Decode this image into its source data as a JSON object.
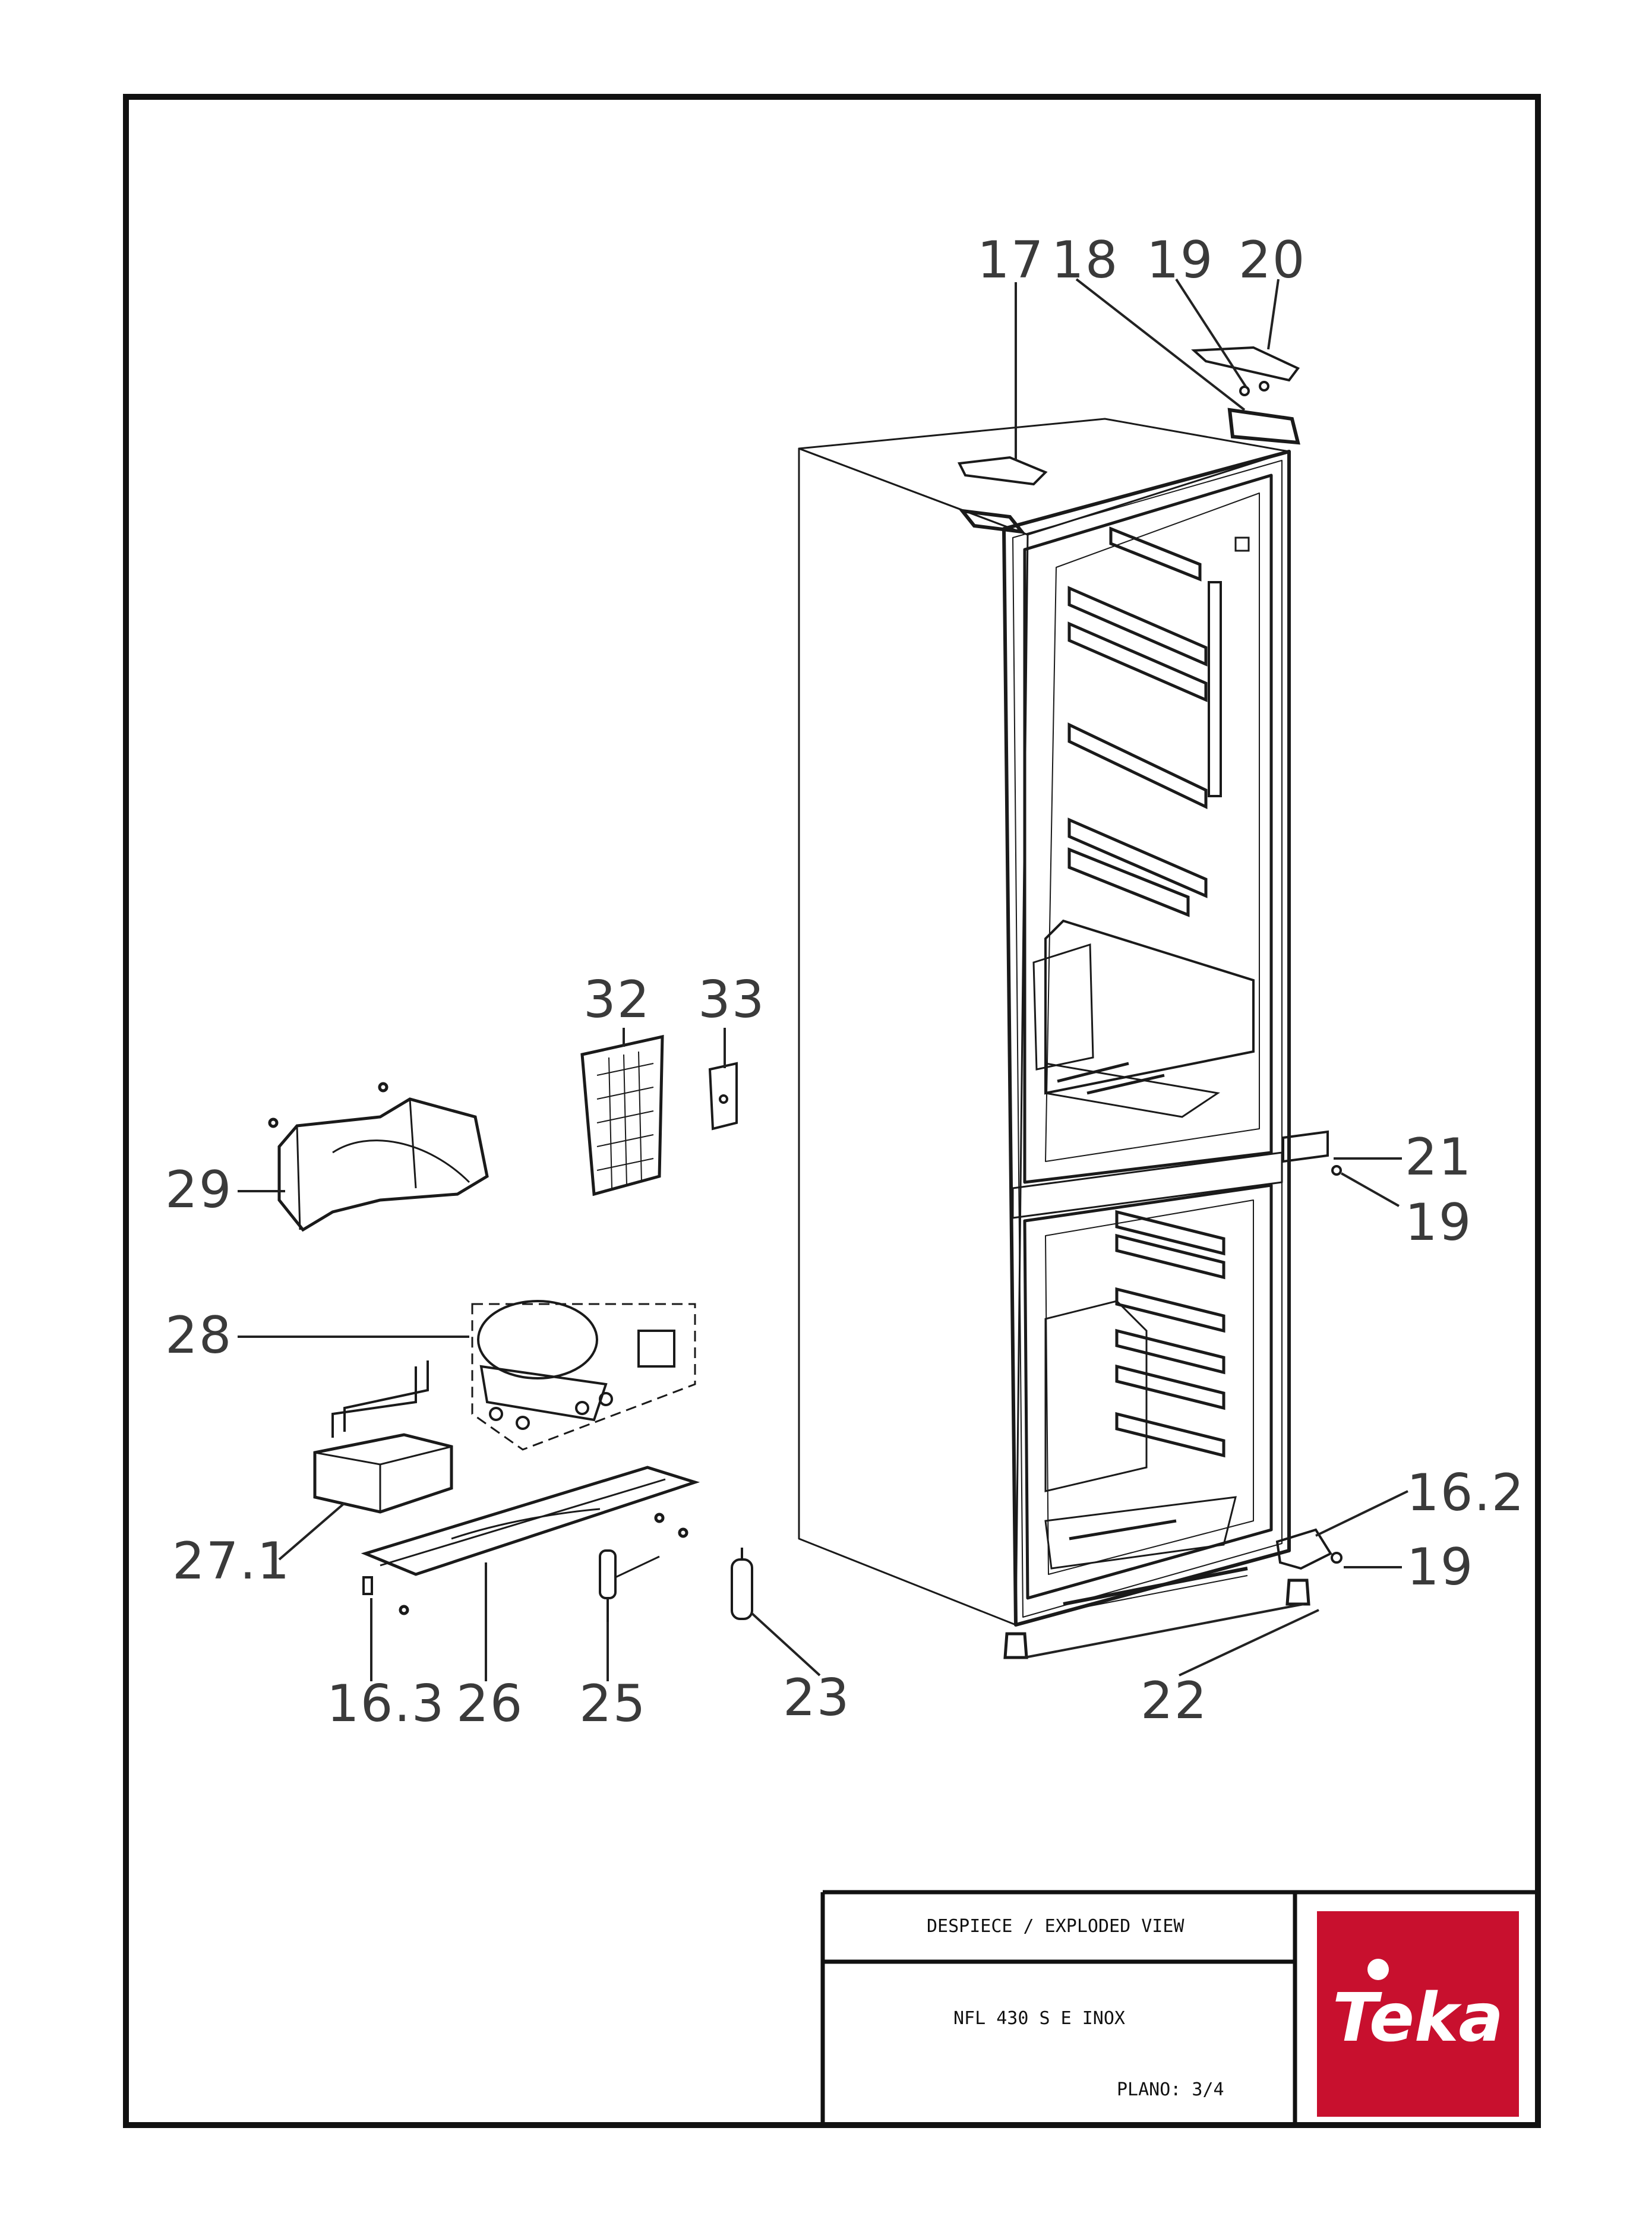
{
  "callouts": {
    "c17": "17",
    "c18": "18",
    "c19a": "19",
    "c20": "20",
    "c21": "21",
    "c19b": "19",
    "c162": "16.2",
    "c19c": "19",
    "c22": "22",
    "c23": "23",
    "c25": "25",
    "c26": "26",
    "c163": "16.3",
    "c271": "27.1",
    "c28": "28",
    "c29": "29",
    "c32": "32",
    "c33": "33"
  },
  "title_block": {
    "title": "DESPIECE / EXPLODED VIEW",
    "model": "NFL 430 S E INOX",
    "sheet": "PLANO: 3/4",
    "brand": "Teka"
  },
  "colors": {
    "line": "#1a1a1a",
    "brand_red": "#c8102e"
  },
  "icons": [
    "teka-logo-icon"
  ]
}
